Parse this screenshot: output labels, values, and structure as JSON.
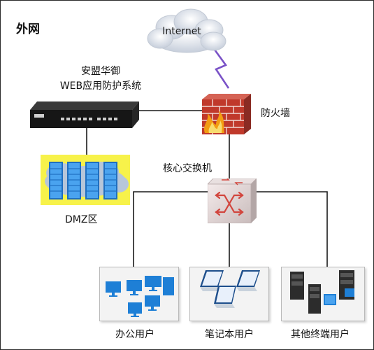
{
  "zone": {
    "title": "外网"
  },
  "internet": {
    "label": "Internet",
    "icon": "cloud-icon"
  },
  "waf": {
    "line1": "安盟华御",
    "line2": "WEB应用防护系统",
    "icon": "waf-appliance-icon"
  },
  "firewall": {
    "label": "防火墙",
    "icon": "firewall-icon"
  },
  "core_switch": {
    "label": "核心交换机",
    "icon": "switch-icon"
  },
  "dmz": {
    "label": "DMZ区",
    "icon": "server-rack-icon"
  },
  "groups": [
    {
      "label": "办公用户",
      "icon": "desktop-computer-icon"
    },
    {
      "label": "笔记本用户",
      "icon": "laptop-icon"
    },
    {
      "label": "其他终端用户",
      "icon": "server-tower-icon"
    }
  ],
  "colors": {
    "wire": "#1a1a1a",
    "lightning": "#7a52c7",
    "brick": "#c0392b",
    "dmz_bg": "#f7f24a",
    "monitor": "#1e7fd6"
  }
}
